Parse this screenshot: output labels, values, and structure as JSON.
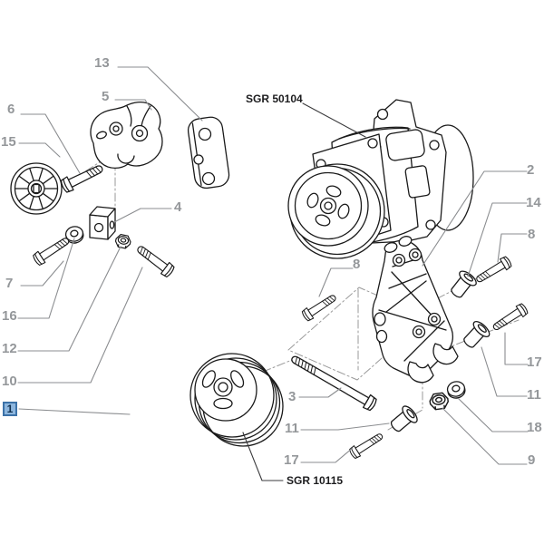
{
  "diagram": {
    "kind": "exploded-parts-diagram",
    "codes": {
      "top": "SGR 50104",
      "bottom": "SGR 10115"
    },
    "selected_callout": "1",
    "colors": {
      "part_line": "#1a1a1a",
      "leader_line": "#8b8d90",
      "construction_line": "#9a9a9a",
      "label_text": "#94979a",
      "code_text": "#1d1d1f",
      "highlight_bg": "#8db6de",
      "highlight_border": "#3c72a8",
      "highlight_text": "#10304f"
    },
    "callouts": {
      "c13": "13",
      "c5": "5",
      "c6": "6",
      "c15": "15",
      "c4": "4",
      "c7": "7",
      "c16": "16",
      "c12": "12",
      "c10": "10",
      "c1": "1",
      "c2": "2",
      "c14": "14",
      "c8_right": "8",
      "c8_mid": "8",
      "c17_right": "17",
      "c11_right": "11",
      "c18": "18",
      "c9": "9",
      "c3": "3",
      "c11_mid": "11",
      "c17_mid": "17"
    }
  }
}
